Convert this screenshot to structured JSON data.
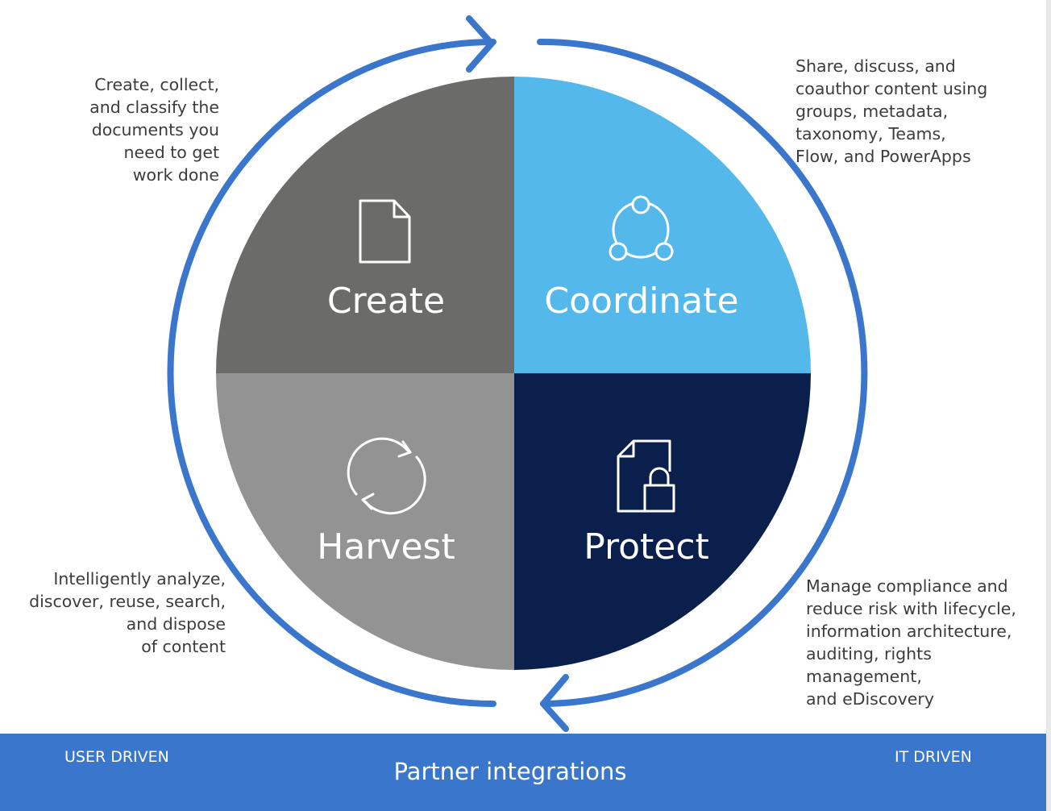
{
  "quadrants": {
    "create": {
      "label": "Create",
      "icon": "document-icon",
      "color": "#6b6c6a",
      "description": "Create, collect,\nand classify the\ndocuments you\nneed to get\nwork done"
    },
    "coordinate": {
      "label": "Coordinate",
      "icon": "share-network-icon",
      "color": "#55b8eb",
      "description": "Share, discuss, and\ncoauthor content using\ngroups, metadata,\ntaxonomy, Teams,\nFlow, and PowerApps"
    },
    "harvest": {
      "label": "Harvest",
      "icon": "refresh-cycle-icon",
      "color": "#939393",
      "description": "Intelligently analyze,\ndiscover, reuse, search,\nand dispose\nof content"
    },
    "protect": {
      "label": "Protect",
      "icon": "document-lock-icon",
      "color": "#0a1f4c",
      "description": "Manage compliance and\nreduce risk with lifecycle,\ninformation architecture,\nauditing, rights\nmanagement,\nand eDiscovery"
    }
  },
  "cycle_arrow_color": "#3a77cc",
  "bottom_bar": {
    "color": "#3a77cc",
    "left_label": "USER DRIVEN",
    "center_label": "Partner integrations",
    "right_label": "IT DRIVEN"
  }
}
